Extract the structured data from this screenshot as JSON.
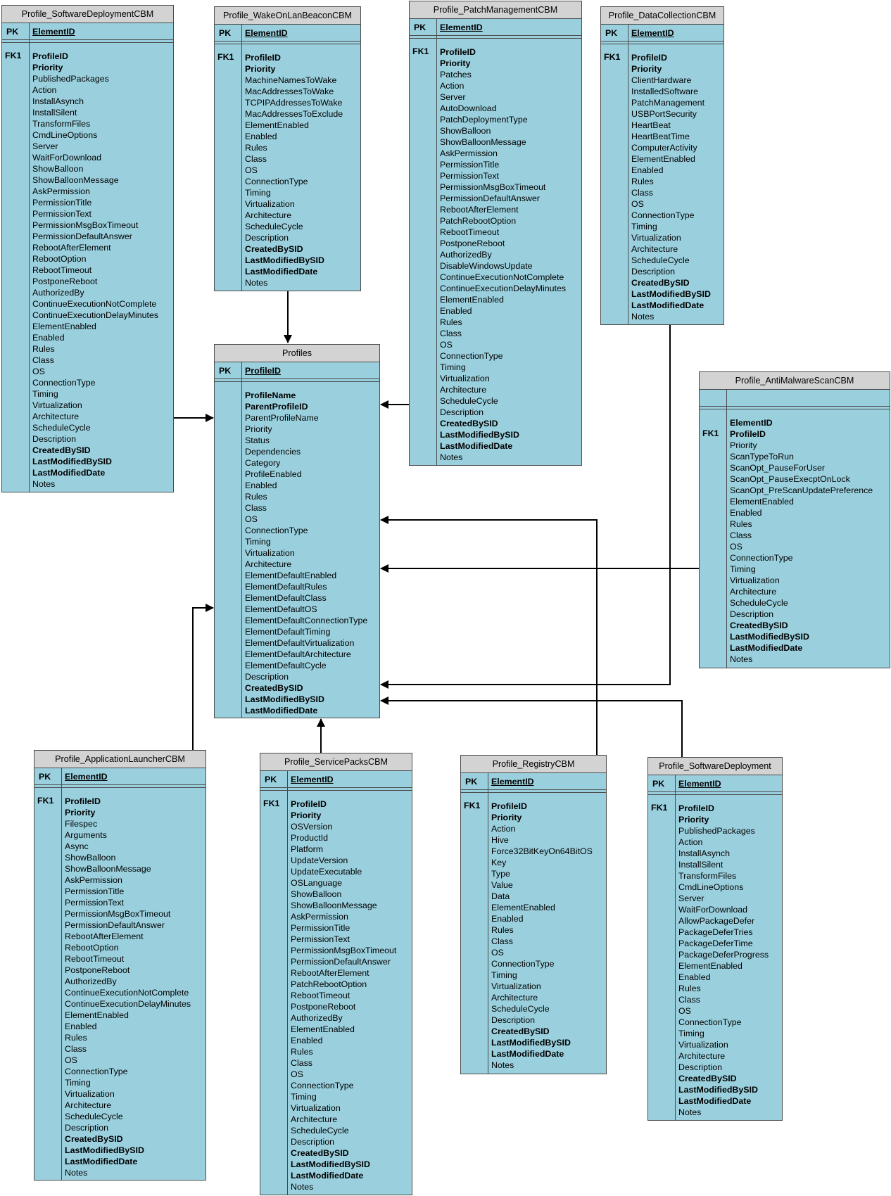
{
  "entities": [
    {
      "id": "profile-softwaredeploymentcbm",
      "title": "Profile_SoftwareDeploymentCBM",
      "pk": "PK",
      "pk_field": "ElementID",
      "fk": "FK1",
      "fields": [
        {
          "name": "ProfileID",
          "bold": true
        },
        {
          "name": "Priority",
          "bold": true
        },
        {
          "name": "PublishedPackages"
        },
        {
          "name": "Action"
        },
        {
          "name": "InstallAsynch"
        },
        {
          "name": "InstallSilent"
        },
        {
          "name": "TransformFiles"
        },
        {
          "name": "CmdLineOptions"
        },
        {
          "name": "Server"
        },
        {
          "name": "WaitForDownload"
        },
        {
          "name": "ShowBalloon"
        },
        {
          "name": "ShowBalloonMessage"
        },
        {
          "name": "AskPermission"
        },
        {
          "name": "PermissionTitle"
        },
        {
          "name": "PermissionText"
        },
        {
          "name": "PermissionMsgBoxTimeout"
        },
        {
          "name": "PermissionDefaultAnswer"
        },
        {
          "name": "RebootAfterElement"
        },
        {
          "name": "RebootOption"
        },
        {
          "name": "RebootTimeout"
        },
        {
          "name": "PostponeReboot"
        },
        {
          "name": "AuthorizedBy"
        },
        {
          "name": "ContinueExecutionNotComplete"
        },
        {
          "name": "ContinueExecutionDelayMinutes"
        },
        {
          "name": "ElementEnabled"
        },
        {
          "name": "Enabled"
        },
        {
          "name": "Rules"
        },
        {
          "name": "Class"
        },
        {
          "name": "OS"
        },
        {
          "name": "ConnectionType"
        },
        {
          "name": "Timing"
        },
        {
          "name": "Virtualization"
        },
        {
          "name": "Architecture"
        },
        {
          "name": "ScheduleCycle"
        },
        {
          "name": "Description"
        },
        {
          "name": "CreatedBySID",
          "bold": true
        },
        {
          "name": "LastModifiedBySID",
          "bold": true
        },
        {
          "name": "LastModifiedDate",
          "bold": true
        },
        {
          "name": "Notes"
        }
      ]
    },
    {
      "id": "profile-wakeonlanbeaconcbm",
      "title": "Profile_WakeOnLanBeaconCBM",
      "pk": "PK",
      "pk_field": "ElementID",
      "fk": "FK1",
      "fields": [
        {
          "name": "ProfileID",
          "bold": true
        },
        {
          "name": "Priority",
          "bold": true
        },
        {
          "name": "MachineNamesToWake"
        },
        {
          "name": "MacAddressesToWake"
        },
        {
          "name": "TCPIPAddressesToWake"
        },
        {
          "name": "MacAddressesToExclude"
        },
        {
          "name": "ElementEnabled"
        },
        {
          "name": "Enabled"
        },
        {
          "name": "Rules"
        },
        {
          "name": "Class"
        },
        {
          "name": "OS"
        },
        {
          "name": "ConnectionType"
        },
        {
          "name": "Timing"
        },
        {
          "name": "Virtualization"
        },
        {
          "name": "Architecture"
        },
        {
          "name": "ScheduleCycle"
        },
        {
          "name": "Description"
        },
        {
          "name": "CreatedBySID",
          "bold": true
        },
        {
          "name": "LastModifiedBySID",
          "bold": true
        },
        {
          "name": "LastModifiedDate",
          "bold": true
        },
        {
          "name": "Notes"
        }
      ]
    },
    {
      "id": "profile-patchmanagementcbm",
      "title": "Profile_PatchManagementCBM",
      "pk": "PK",
      "pk_field": "ElementID",
      "fk": "FK1",
      "fields": [
        {
          "name": "ProfileID",
          "bold": true
        },
        {
          "name": "Priority",
          "bold": true
        },
        {
          "name": "Patches"
        },
        {
          "name": "Action"
        },
        {
          "name": "Server"
        },
        {
          "name": "AutoDownload"
        },
        {
          "name": "PatchDeploymentType"
        },
        {
          "name": "ShowBalloon"
        },
        {
          "name": "ShowBalloonMessage"
        },
        {
          "name": "AskPermission"
        },
        {
          "name": "PermissionTitle"
        },
        {
          "name": "PermissionText"
        },
        {
          "name": "PermissionMsgBoxTimeout"
        },
        {
          "name": "PermissionDefaultAnswer"
        },
        {
          "name": "RebootAfterElement"
        },
        {
          "name": "PatchRebootOption"
        },
        {
          "name": "RebootTimeout"
        },
        {
          "name": "PostponeReboot"
        },
        {
          "name": "AuthorizedBy"
        },
        {
          "name": "DisableWindowsUpdate"
        },
        {
          "name": "ContinueExecutionNotComplete"
        },
        {
          "name": "ContinueExecutionDelayMinutes"
        },
        {
          "name": "ElementEnabled"
        },
        {
          "name": "Enabled"
        },
        {
          "name": "Rules"
        },
        {
          "name": "Class"
        },
        {
          "name": "OS"
        },
        {
          "name": "ConnectionType"
        },
        {
          "name": "Timing"
        },
        {
          "name": "Virtualization"
        },
        {
          "name": "Architecture"
        },
        {
          "name": "ScheduleCycle"
        },
        {
          "name": "Description"
        },
        {
          "name": "CreatedBySID",
          "bold": true
        },
        {
          "name": "LastModifiedBySID",
          "bold": true
        },
        {
          "name": "LastModifiedDate",
          "bold": true
        },
        {
          "name": "Notes"
        }
      ]
    },
    {
      "id": "profile-datacollectioncbm",
      "title": "Profile_DataCollectionCBM",
      "pk": "PK",
      "pk_field": "ElementID",
      "fk": "FK1",
      "fields": [
        {
          "name": "ProfileID",
          "bold": true
        },
        {
          "name": "Priority",
          "bold": true
        },
        {
          "name": "ClientHardware"
        },
        {
          "name": "InstalledSoftware"
        },
        {
          "name": "PatchManagement"
        },
        {
          "name": "USBPortSecurity"
        },
        {
          "name": "HeartBeat"
        },
        {
          "name": "HeartBeatTime"
        },
        {
          "name": "ComputerActivity"
        },
        {
          "name": "ElementEnabled"
        },
        {
          "name": "Enabled"
        },
        {
          "name": "Rules"
        },
        {
          "name": "Class"
        },
        {
          "name": "OS"
        },
        {
          "name": "ConnectionType"
        },
        {
          "name": "Timing"
        },
        {
          "name": "Virtualization"
        },
        {
          "name": "Architecture"
        },
        {
          "name": "ScheduleCycle"
        },
        {
          "name": "Description"
        },
        {
          "name": "CreatedBySID",
          "bold": true
        },
        {
          "name": "LastModifiedBySID",
          "bold": true
        },
        {
          "name": "LastModifiedDate",
          "bold": true
        },
        {
          "name": "Notes"
        }
      ]
    },
    {
      "id": "profiles",
      "title": "Profiles",
      "pk": "PK",
      "pk_field": "ProfileID",
      "fk": "",
      "fields": [
        {
          "name": "ProfileName",
          "bold": true
        },
        {
          "name": "ParentProfileID",
          "bold": true
        },
        {
          "name": "ParentProfileName"
        },
        {
          "name": "Priority"
        },
        {
          "name": "Status"
        },
        {
          "name": "Dependencies"
        },
        {
          "name": "Category"
        },
        {
          "name": "ProfileEnabled"
        },
        {
          "name": "Enabled"
        },
        {
          "name": "Rules"
        },
        {
          "name": "Class"
        },
        {
          "name": "OS"
        },
        {
          "name": "ConnectionType"
        },
        {
          "name": "Timing"
        },
        {
          "name": "Virtualization"
        },
        {
          "name": "Architecture"
        },
        {
          "name": "ElementDefaultEnabled"
        },
        {
          "name": "ElementDefaultRules"
        },
        {
          "name": "ElementDefaultClass"
        },
        {
          "name": "ElementDefaultOS"
        },
        {
          "name": "ElementDefaultConnectionType"
        },
        {
          "name": "ElementDefaultTiming"
        },
        {
          "name": "ElementDefaultVirtualization"
        },
        {
          "name": "ElementDefaultArchitecture"
        },
        {
          "name": "ElementDefaultCycle"
        },
        {
          "name": "Description"
        },
        {
          "name": "CreatedBySID",
          "bold": true
        },
        {
          "name": "LastModifiedBySID",
          "bold": true
        },
        {
          "name": "LastModifiedDate",
          "bold": true
        }
      ]
    },
    {
      "id": "profile-antimalwarescancbm",
      "title": "Profile_AntiMalwareScanCBM",
      "pk": "",
      "pk_field": "",
      "fk": "FK1",
      "fields": [
        {
          "name": "ElementID",
          "bold": true
        },
        {
          "name": "ProfileID",
          "bold": true
        },
        {
          "name": "Priority"
        },
        {
          "name": "ScanTypeToRun"
        },
        {
          "name": "ScanOpt_PauseForUser"
        },
        {
          "name": "ScanOpt_PauseExecptOnLock"
        },
        {
          "name": "ScanOpt_PreScanUpdatePreference"
        },
        {
          "name": "ElementEnabled"
        },
        {
          "name": "Enabled"
        },
        {
          "name": "Rules"
        },
        {
          "name": "Class"
        },
        {
          "name": "OS"
        },
        {
          "name": "ConnectionType"
        },
        {
          "name": "Timing"
        },
        {
          "name": "Virtualization"
        },
        {
          "name": "Architecture"
        },
        {
          "name": "ScheduleCycle"
        },
        {
          "name": "Description"
        },
        {
          "name": "CreatedBySID",
          "bold": true
        },
        {
          "name": "LastModifiedBySID",
          "bold": true
        },
        {
          "name": "LastModifiedDate",
          "bold": true
        },
        {
          "name": "Notes"
        }
      ]
    },
    {
      "id": "profile-applicationlaunchercbm",
      "title": "Profile_ApplicationLauncherCBM",
      "pk": "PK",
      "pk_field": "ElementID",
      "fk": "FK1",
      "fields": [
        {
          "name": "ProfileID",
          "bold": true
        },
        {
          "name": "Priority",
          "bold": true
        },
        {
          "name": "Filespec"
        },
        {
          "name": "Arguments"
        },
        {
          "name": "Async"
        },
        {
          "name": "ShowBalloon"
        },
        {
          "name": "ShowBalloonMessage"
        },
        {
          "name": "AskPermission"
        },
        {
          "name": "PermissionTitle"
        },
        {
          "name": "PermissionText"
        },
        {
          "name": "PermissionMsgBoxTimeout"
        },
        {
          "name": "PermissionDefaultAnswer"
        },
        {
          "name": "RebootAfterElement"
        },
        {
          "name": "RebootOption"
        },
        {
          "name": "RebootTimeout"
        },
        {
          "name": "PostponeReboot"
        },
        {
          "name": "AuthorizedBy"
        },
        {
          "name": "ContinueExecutionNotComplete"
        },
        {
          "name": "ContinueExecutionDelayMinutes"
        },
        {
          "name": "ElementEnabled"
        },
        {
          "name": "Enabled"
        },
        {
          "name": "Rules"
        },
        {
          "name": "Class"
        },
        {
          "name": "OS"
        },
        {
          "name": "ConnectionType"
        },
        {
          "name": "Timing"
        },
        {
          "name": "Virtualization"
        },
        {
          "name": "Architecture"
        },
        {
          "name": "ScheduleCycle"
        },
        {
          "name": "Description"
        },
        {
          "name": "CreatedBySID",
          "bold": true
        },
        {
          "name": "LastModifiedBySID",
          "bold": true
        },
        {
          "name": "LastModifiedDate",
          "bold": true
        },
        {
          "name": "Notes"
        }
      ]
    },
    {
      "id": "profile-servicepackscbm",
      "title": "Profile_ServicePacksCBM",
      "pk": "PK",
      "pk_field": "ElementID",
      "fk": "FK1",
      "fields": [
        {
          "name": "ProfileID",
          "bold": true
        },
        {
          "name": "Priority",
          "bold": true
        },
        {
          "name": "OSVersion"
        },
        {
          "name": "ProductId"
        },
        {
          "name": "Platform"
        },
        {
          "name": "UpdateVersion"
        },
        {
          "name": "UpdateExecutable"
        },
        {
          "name": "OSLanguage"
        },
        {
          "name": "ShowBalloon"
        },
        {
          "name": "ShowBalloonMessage"
        },
        {
          "name": "AskPermission"
        },
        {
          "name": "PermissionTitle"
        },
        {
          "name": "PermissionText"
        },
        {
          "name": "PermissionMsgBoxTimeout"
        },
        {
          "name": "PermissionDefaultAnswer"
        },
        {
          "name": "RebootAfterElement"
        },
        {
          "name": "PatchRebootOption"
        },
        {
          "name": "RebootTimeout"
        },
        {
          "name": "PostponeReboot"
        },
        {
          "name": "AuthorizedBy"
        },
        {
          "name": "ElementEnabled"
        },
        {
          "name": "Enabled"
        },
        {
          "name": "Rules"
        },
        {
          "name": "Class"
        },
        {
          "name": "OS"
        },
        {
          "name": "ConnectionType"
        },
        {
          "name": "Timing"
        },
        {
          "name": "Virtualization"
        },
        {
          "name": "Architecture"
        },
        {
          "name": "ScheduleCycle"
        },
        {
          "name": "Description"
        },
        {
          "name": "CreatedBySID",
          "bold": true
        },
        {
          "name": "LastModifiedBySID",
          "bold": true
        },
        {
          "name": "LastModifiedDate",
          "bold": true
        },
        {
          "name": "Notes"
        }
      ]
    },
    {
      "id": "profile-registrycbm",
      "title": "Profile_RegistryCBM",
      "pk": "PK",
      "pk_field": "ElementID",
      "fk": "FK1",
      "fields": [
        {
          "name": "ProfileID",
          "bold": true
        },
        {
          "name": "Priority",
          "bold": true
        },
        {
          "name": "Action"
        },
        {
          "name": "Hive"
        },
        {
          "name": "Force32BitKeyOn64BitOS"
        },
        {
          "name": "Key"
        },
        {
          "name": "Type"
        },
        {
          "name": "Value"
        },
        {
          "name": "Data"
        },
        {
          "name": "ElementEnabled"
        },
        {
          "name": "Enabled"
        },
        {
          "name": "Rules"
        },
        {
          "name": "Class"
        },
        {
          "name": "OS"
        },
        {
          "name": "ConnectionType"
        },
        {
          "name": "Timing"
        },
        {
          "name": "Virtualization"
        },
        {
          "name": "Architecture"
        },
        {
          "name": "ScheduleCycle"
        },
        {
          "name": "Description"
        },
        {
          "name": "CreatedBySID",
          "bold": true
        },
        {
          "name": "LastModifiedBySID",
          "bold": true
        },
        {
          "name": "LastModifiedDate",
          "bold": true
        },
        {
          "name": "Notes"
        }
      ]
    },
    {
      "id": "profile-softwaredeployment",
      "title": "Profile_SoftwareDeployment",
      "pk": "PK",
      "pk_field": "ElementID",
      "fk": "FK1",
      "fields": [
        {
          "name": "ProfileID",
          "bold": true
        },
        {
          "name": "Priority",
          "bold": true
        },
        {
          "name": "PublishedPackages"
        },
        {
          "name": "Action"
        },
        {
          "name": "InstallAsynch"
        },
        {
          "name": "InstallSilent"
        },
        {
          "name": "TransformFiles"
        },
        {
          "name": "CmdLineOptions"
        },
        {
          "name": "Server"
        },
        {
          "name": "WaitForDownload"
        },
        {
          "name": "AllowPackageDefer"
        },
        {
          "name": "PackageDeferTries"
        },
        {
          "name": "PackageDeferTime"
        },
        {
          "name": "PackageDeferProgress"
        },
        {
          "name": "ElementEnabled"
        },
        {
          "name": "Enabled"
        },
        {
          "name": "Rules"
        },
        {
          "name": "Class"
        },
        {
          "name": "OS"
        },
        {
          "name": "ConnectionType"
        },
        {
          "name": "Timing"
        },
        {
          "name": "Virtualization"
        },
        {
          "name": "Architecture"
        },
        {
          "name": "Description"
        },
        {
          "name": "CreatedBySID",
          "bold": true
        },
        {
          "name": "LastModifiedBySID",
          "bold": true
        },
        {
          "name": "LastModifiedDate",
          "bold": true
        },
        {
          "name": "Notes"
        }
      ]
    }
  ],
  "relationships": [
    {
      "from": "profile-softwaredeploymentcbm",
      "to": "profiles"
    },
    {
      "from": "profile-wakeonlanbeaconcbm",
      "to": "profiles"
    },
    {
      "from": "profile-patchmanagementcbm",
      "to": "profiles"
    },
    {
      "from": "profile-datacollectioncbm",
      "to": "profiles"
    },
    {
      "from": "profile-antimalwarescancbm",
      "to": "profiles"
    },
    {
      "from": "profile-applicationlaunchercbm",
      "to": "profiles"
    },
    {
      "from": "profile-servicepackscbm",
      "to": "profiles"
    },
    {
      "from": "profile-registrycbm",
      "to": "profiles"
    },
    {
      "from": "profile-softwaredeployment",
      "to": "profiles"
    }
  ],
  "colors": {
    "entity_fill": "#9ad0de",
    "title_fill": "#d3d3d3",
    "border": "#4a4a4a",
    "connector": "#000000"
  }
}
